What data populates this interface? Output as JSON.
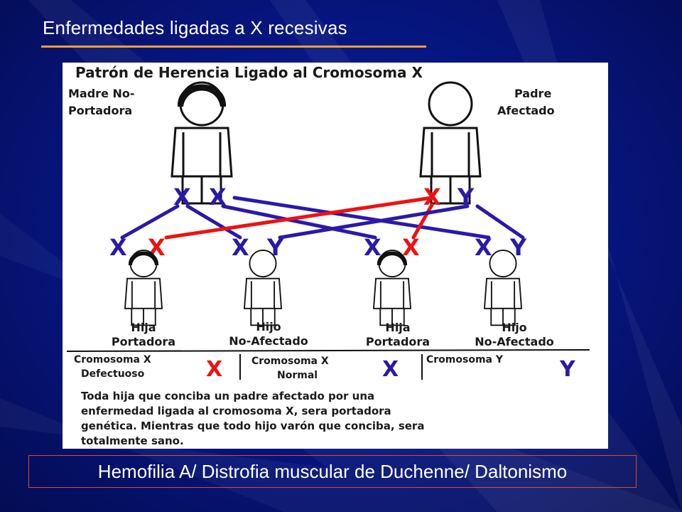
{
  "slide": {
    "title": "Enfermedades ligadas a X recesivas",
    "caption": "Hemofilia A/ Distrofia muscular de Duchenne/ Daltonismo",
    "accent_color": "#f0a030",
    "caption_border_color": "#d84a3a"
  },
  "diagram": {
    "heading": "Patrón de Herencia Ligado al Cromosoma X",
    "mother": {
      "line1": "Madre No-",
      "line2": "Portadora"
    },
    "father": {
      "line1": "Padre",
      "line2": "Afectado"
    },
    "parent_chromosomes": {
      "mother": [
        "X",
        "X"
      ],
      "father": [
        "X",
        "Y"
      ]
    },
    "children": [
      {
        "line1": "Hija",
        "line2": "Portadora",
        "chromosomes": [
          "X",
          "X"
        ]
      },
      {
        "line1": "Hijo",
        "line2": "No-Afectado",
        "chromosomes": [
          "X",
          "Y"
        ]
      },
      {
        "line1": "Hija",
        "line2": "Portadora",
        "chromosomes": [
          "X",
          "X"
        ]
      },
      {
        "line1": "Hijo",
        "line2": "No-Afectado",
        "chromosomes": [
          "X",
          "Y"
        ]
      }
    ],
    "legend": [
      {
        "line1": "Cromosoma X",
        "line2": "Defectuoso",
        "symbol": "X",
        "color": "#ee1111"
      },
      {
        "line1": "Cromosoma X",
        "line2": "Normal",
        "symbol": "X",
        "color": "#2a1aa8"
      },
      {
        "line1": "Cromosoma Y",
        "line2": "",
        "symbol": "Y",
        "color": "#2a1aa8"
      }
    ],
    "note": [
      "Toda hija que conciba un padre afectado por una",
      "enfermedad ligada al cromosoma X, sera portadora",
      "genética. Mientras que todo hijo varón que conciba, sera",
      "totalmente sano."
    ],
    "colors": {
      "normal": "#2a1aa8",
      "defective": "#ee1111"
    }
  }
}
